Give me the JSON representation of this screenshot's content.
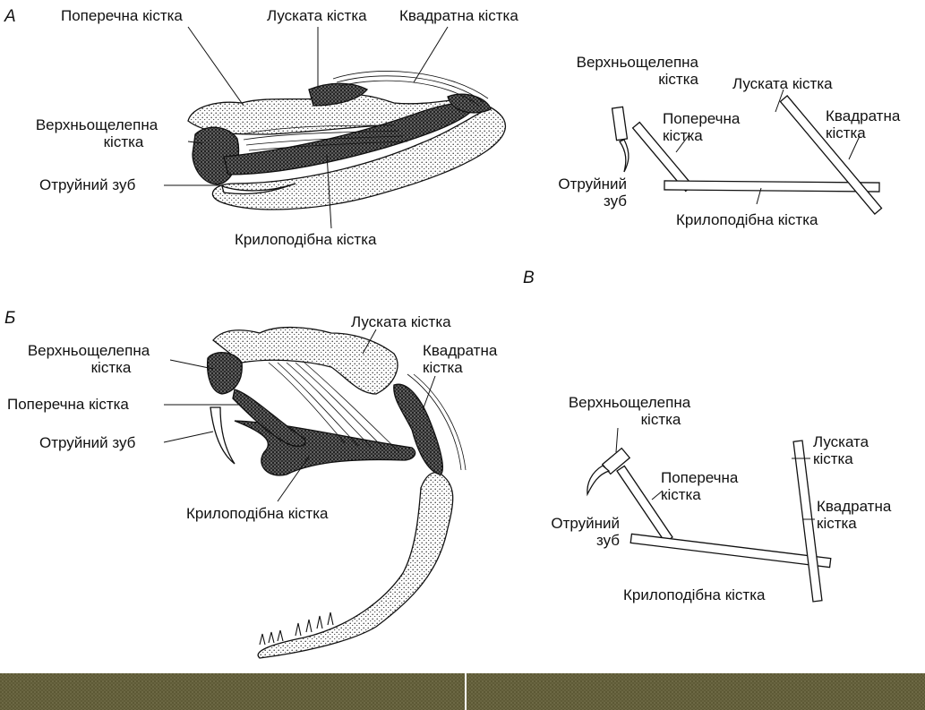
{
  "panels": {
    "a": "А",
    "b": "Б",
    "v": "В"
  },
  "figure_a": {
    "transverse": "Поперечна кістка",
    "squamosal": "Луската кістка",
    "quadrate": "Квадратна кістка",
    "maxilla_1": "Верхньощелепна",
    "maxilla_2": "кістка",
    "fang": "Отруйний зуб",
    "pterygoid": "Крилоподібна кістка"
  },
  "scheme_a": {
    "maxilla_1": "Верхньощелепна",
    "maxilla_2": "кістка",
    "squamosal": "Луската кістка",
    "transverse_1": "Поперечна",
    "transverse_2": "кістка",
    "quadrate_1": "Квадратна",
    "quadrate_2": "кістка",
    "fang_1": "Отруйний",
    "fang_2": "зуб",
    "pterygoid": "Крилоподібна кістка"
  },
  "figure_b": {
    "squamosal": "Луската кістка",
    "maxilla_1": "Верхньощелепна",
    "maxilla_2": "кістка",
    "quadrate_1": "Квадратна",
    "quadrate_2": "кістка",
    "transverse": "Поперечна кістка",
    "fang": "Отруйний зуб",
    "pterygoid": "Крилоподібна кістка"
  },
  "scheme_b": {
    "maxilla_1": "Верхньощелепна",
    "maxilla_2": "кістка",
    "squamosal_1": "Луската",
    "squamosal_2": "кістка",
    "transverse_1": "Поперечна",
    "transverse_2": "кістка",
    "quadrate_1": "Квадратна",
    "quadrate_2": "кістка",
    "fang_1": "Отруйний",
    "fang_2": "зуб",
    "pterygoid": "Крилоподібна кістка"
  },
  "colors": {
    "ink": "#111111",
    "stipple_light": "#d9d9d9",
    "stipple_dark": "#3a3a3a",
    "photo_strip": "#6f6a3a"
  }
}
